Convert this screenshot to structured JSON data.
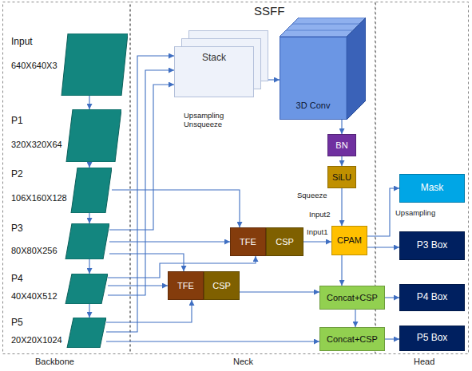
{
  "diagram": {
    "title": "SSFF",
    "nodes": [
      {
        "text": [
          "Input",
          "640X640X3"
        ]
      },
      {
        "text": [
          "P1",
          "320X320X64"
        ]
      },
      {
        "text": [
          "P2",
          "106X160X128"
        ]
      },
      {
        "text": [
          "P3",
          "80X80X256"
        ]
      },
      {
        "text": [
          "P4",
          "40X40X512"
        ]
      },
      {
        "text": [
          "P5",
          "20X20X1024"
        ]
      },
      {
        "text": [
          "Stack"
        ]
      },
      {
        "text": [
          "3D Conv"
        ]
      },
      {
        "text": [
          "BN"
        ]
      },
      {
        "text": [
          "SiLU"
        ]
      },
      {
        "text": [
          "TFE"
        ]
      },
      {
        "text": [
          "CSP"
        ]
      },
      {
        "text": [
          "TFE"
        ]
      },
      {
        "text": [
          "CSP"
        ]
      },
      {
        "text": [
          "CPAM"
        ]
      },
      {
        "text": [
          "Concat+CSP"
        ]
      },
      {
        "text": [
          "Concat+CSP"
        ]
      },
      {
        "text": [
          "Mask"
        ]
      },
      {
        "text": [
          "P3 Box"
        ]
      },
      {
        "text": [
          "P4 Box"
        ]
      },
      {
        "text": [
          "P5 Box"
        ]
      }
    ],
    "edges": [
      {
        "from": 0,
        "to": 1,
        "arrow": "to"
      },
      {
        "from": 1,
        "to": 2,
        "arrow": "to"
      },
      {
        "from": 2,
        "to": 3,
        "arrow": "to"
      },
      {
        "from": 3,
        "to": 4,
        "arrow": "to"
      },
      {
        "from": 4,
        "to": 5,
        "arrow": "to"
      },
      {
        "from": 3,
        "to": 6,
        "arrow": "to"
      },
      {
        "from": 4,
        "to": 6,
        "arrow": "to"
      },
      {
        "from": 5,
        "to": 6,
        "arrow": "to"
      },
      {
        "from": 6,
        "to": 7,
        "arrow": "to"
      },
      {
        "from": 7,
        "to": 8,
        "arrow": "to"
      },
      {
        "from": 8,
        "to": 9,
        "arrow": "to"
      },
      {
        "from": 9,
        "to": 14,
        "arrow": "to"
      },
      {
        "from": 2,
        "to": 10,
        "arrow": "to"
      },
      {
        "from": 3,
        "to": 10,
        "arrow": "to"
      },
      {
        "from": 4,
        "to": 10,
        "arrow": "to"
      },
      {
        "from": 3,
        "to": 12,
        "arrow": "to"
      },
      {
        "from": 4,
        "to": 12,
        "arrow": "to"
      },
      {
        "from": 5,
        "to": 12,
        "arrow": "to"
      },
      {
        "from": 11,
        "to": 14,
        "arrow": "to"
      },
      {
        "from": 13,
        "to": 15,
        "arrow": "to"
      },
      {
        "from": 14,
        "to": 15,
        "arrow": "to"
      },
      {
        "from": 15,
        "to": 16,
        "arrow": "to"
      },
      {
        "from": 14,
        "to": 18,
        "arrow": "to"
      },
      {
        "from": 14,
        "to": 17,
        "arrow": "to"
      },
      {
        "from": 15,
        "to": 19,
        "arrow": "to"
      },
      {
        "from": 16,
        "to": 20,
        "arrow": "to"
      },
      {
        "from": 5,
        "to": 16,
        "arrow": "to"
      }
    ],
    "labels": [
      "Upsampling Unsqueeze",
      "Squeeze",
      "Input2",
      "Input1",
      "Upsampling",
      "Backbone",
      "Neck",
      "Head"
    ]
  }
}
